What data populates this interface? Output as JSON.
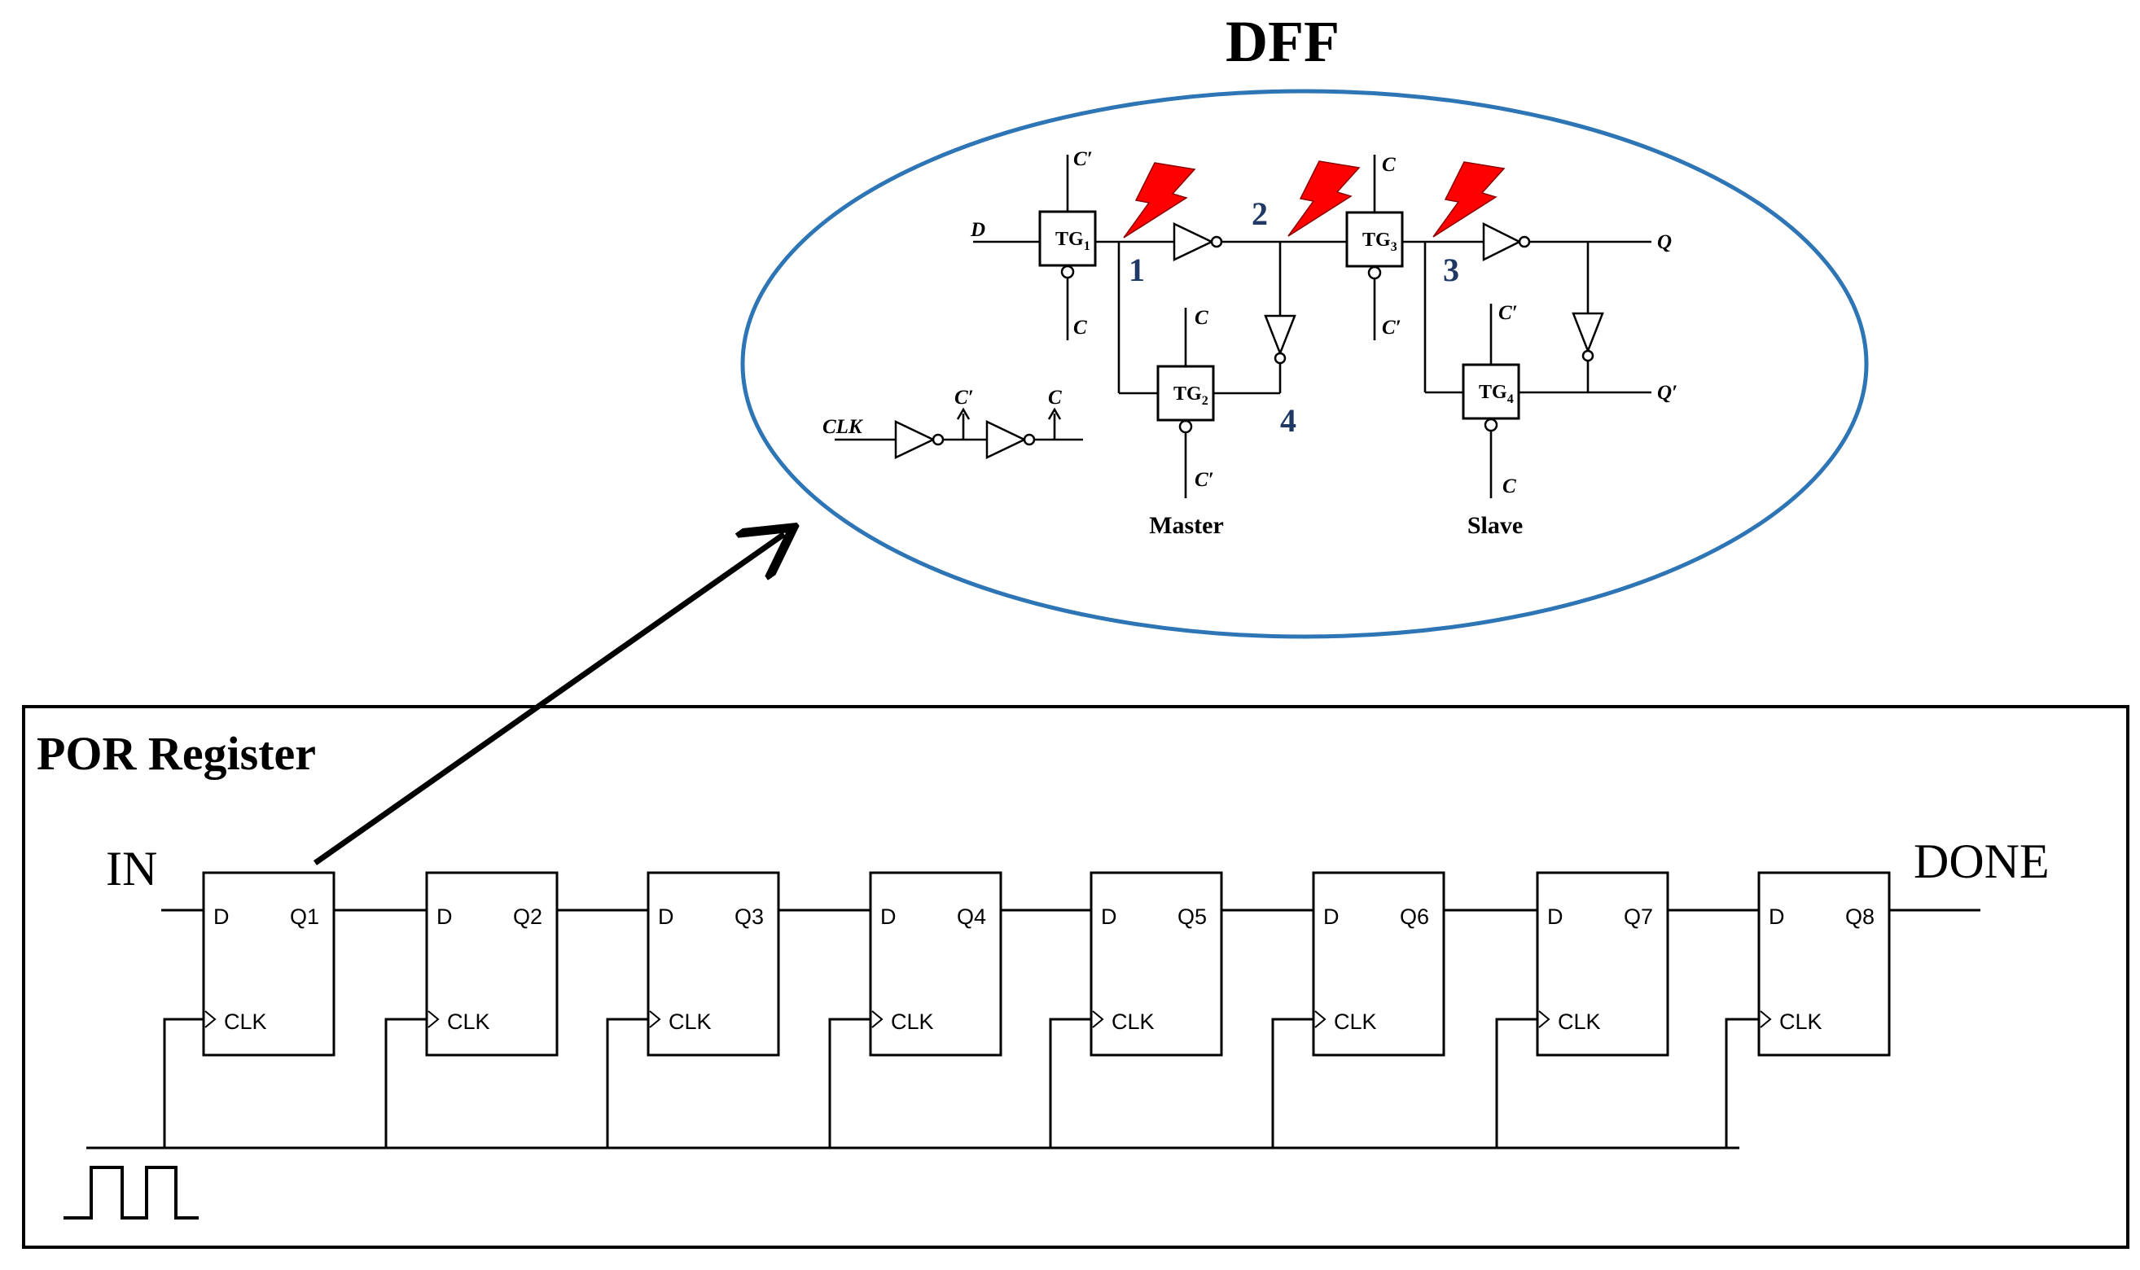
{
  "dff": {
    "title": "DFF",
    "input_d": "D",
    "output_q": "Q",
    "output_qbar": "Q′",
    "clk": "CLK",
    "clk_c_prime": "C′",
    "clk_c": "C",
    "gates": [
      {
        "name": "TG",
        "sub": "1",
        "top": "C′",
        "bottom": "C"
      },
      {
        "name": "TG",
        "sub": "2",
        "top": "C",
        "bottom": "C′"
      },
      {
        "name": "TG",
        "sub": "3",
        "top": "C",
        "bottom": "C′"
      },
      {
        "name": "TG",
        "sub": "4",
        "top": "C′",
        "bottom": "C"
      }
    ],
    "nodes": [
      "1",
      "2",
      "3",
      "4"
    ],
    "master_label": "Master",
    "slave_label": "Slave",
    "strike_icon": "lightning-bolt-icon",
    "strike_color": "#ff0000",
    "ellipse_color": "#2e75b6",
    "node_color": "#1f3864"
  },
  "por": {
    "title": "POR Register",
    "input_label": "IN",
    "output_label": "DONE",
    "clock_icon": "clock-pulse-icon",
    "flip_flops": [
      {
        "d": "D",
        "q": "Q1",
        "clk": "CLK"
      },
      {
        "d": "D",
        "q": "Q2",
        "clk": "CLK"
      },
      {
        "d": "D",
        "q": "Q3",
        "clk": "CLK"
      },
      {
        "d": "D",
        "q": "Q4",
        "clk": "CLK"
      },
      {
        "d": "D",
        "q": "Q5",
        "clk": "CLK"
      },
      {
        "d": "D",
        "q": "Q6",
        "clk": "CLK"
      },
      {
        "d": "D",
        "q": "Q7",
        "clk": "CLK"
      },
      {
        "d": "D",
        "q": "Q8",
        "clk": "CLK"
      }
    ]
  }
}
